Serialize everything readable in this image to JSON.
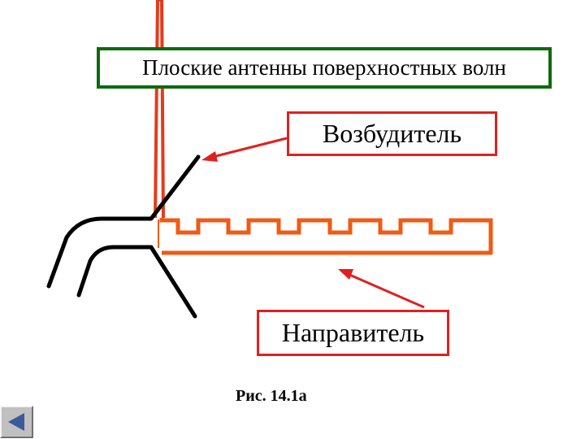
{
  "title": "Плоские антенны поверхностных волн",
  "labels": {
    "exciter": "Возбудитель",
    "director": "Направитель"
  },
  "caption": "Рис. 14.1a",
  "icons": {
    "nav_back": "triangle-left-icon"
  },
  "colors": {
    "title_border": "#0b6b0b",
    "label_border": "#e02020",
    "antenna_red": "#e53a1a",
    "director_orange": "#f05a14",
    "feed_black": "#000000",
    "nav_button": "#c0c0c0",
    "nav_arrow": "#3a5a9a"
  }
}
